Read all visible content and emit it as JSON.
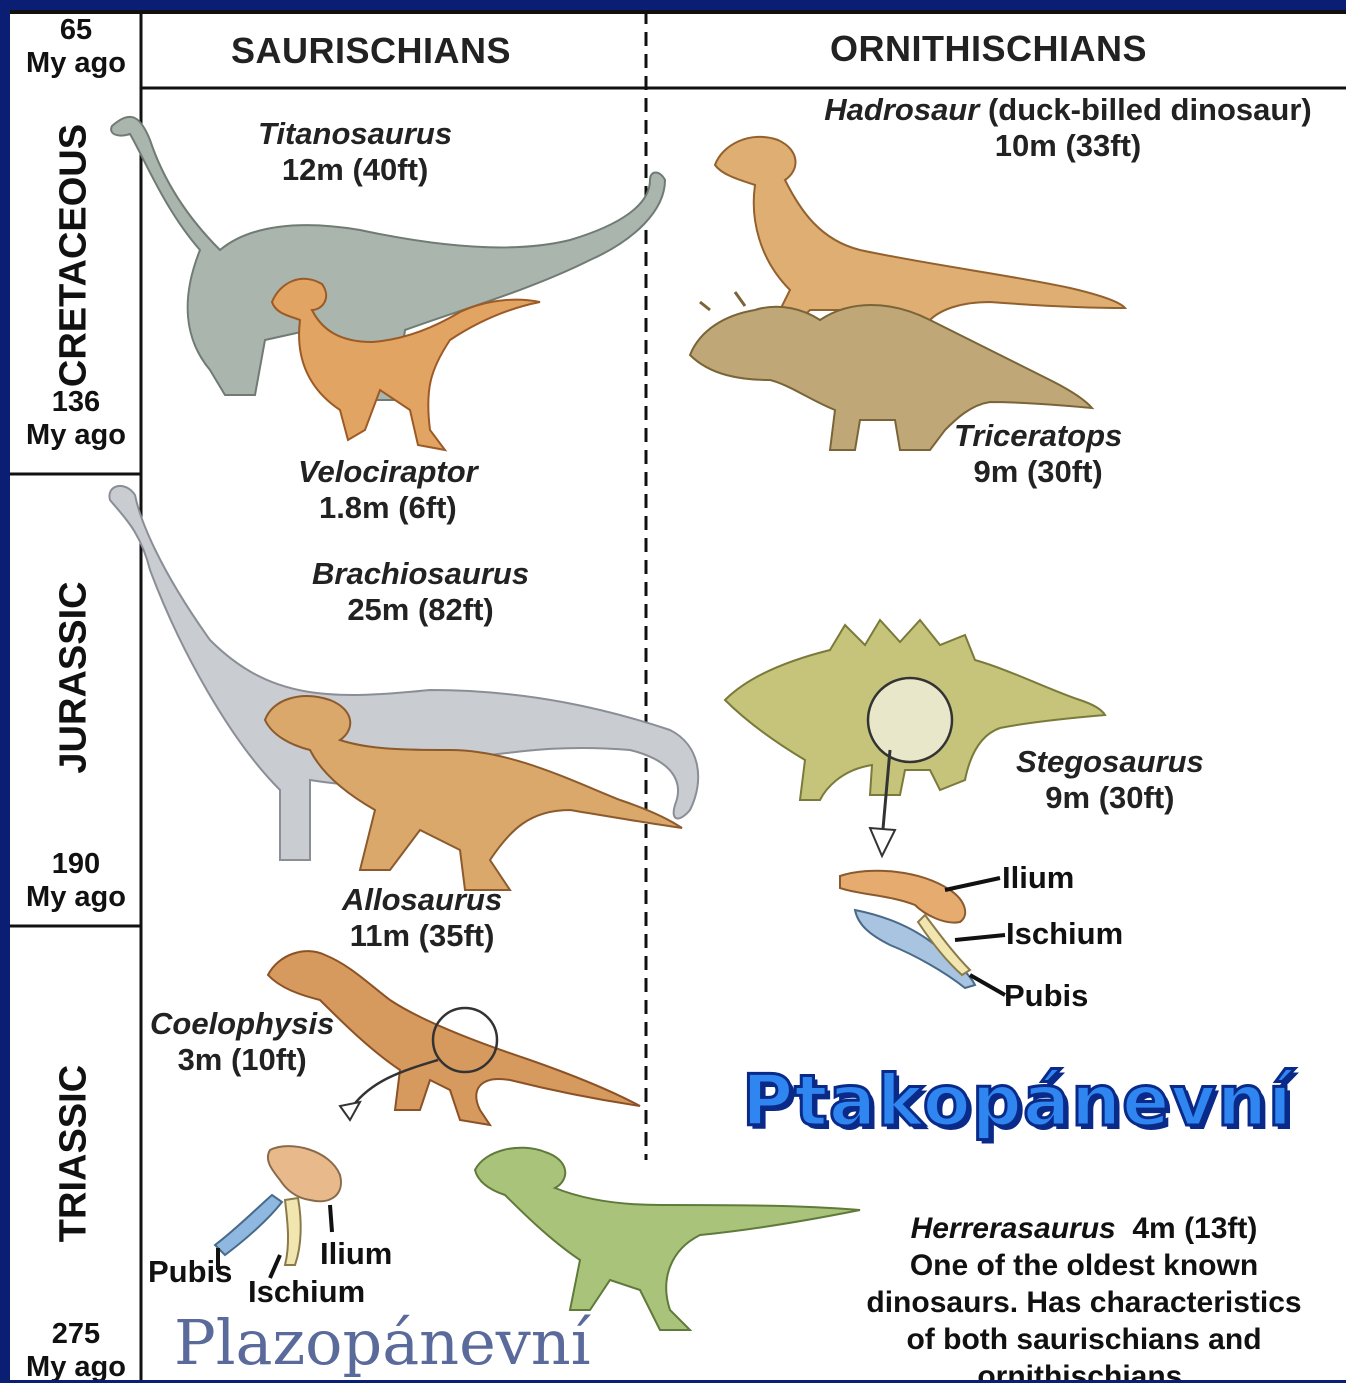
{
  "headers": {
    "left": "SAURISCHIANS",
    "right": "ORNITHISCHIANS"
  },
  "timeline": [
    {
      "value": "65",
      "unit": "My ago"
    },
    {
      "value": "136",
      "unit": "My ago"
    },
    {
      "value": "190",
      "unit": "My ago"
    },
    {
      "value": "275",
      "unit": "My ago"
    }
  ],
  "periods": {
    "cretaceous": "CRETACEOUS",
    "jurassic": "JURASSIC",
    "triassic": "TRIASSIC"
  },
  "dinosaurs": {
    "titanosaurus": {
      "name": "Titanosaurus",
      "size": "12m (40ft)"
    },
    "velociraptor": {
      "name": "Velociraptor",
      "size": "1.8m (6ft)"
    },
    "brachiosaurus": {
      "name": "Brachiosaurus",
      "size": "25m (82ft)"
    },
    "allosaurus": {
      "name": "Allosaurus",
      "size": "11m (35ft)"
    },
    "coelophysis": {
      "name": "Coelophysis",
      "size": "3m (10ft)"
    },
    "hadrosaur": {
      "name": "Hadrosaur",
      "note": "(duck-billed dinosaur)",
      "size": "10m (33ft)"
    },
    "triceratops": {
      "name": "Triceratops",
      "size": "9m (30ft)"
    },
    "stegosaurus": {
      "name": "Stegosaurus",
      "size": "9m (30ft)"
    },
    "herrerasaurus": {
      "name": "Herrerasaurus",
      "size": "4m (13ft)",
      "line1": "One of the oldest known",
      "line2": "dinosaurs. Has characteristics",
      "line3": "of both saurischians and",
      "line4": "ornithischians."
    }
  },
  "bones": {
    "right": {
      "ilium": "Ilium",
      "ischium": "Ischium",
      "pubis": "Pubis"
    },
    "left": {
      "pubis": "Pubis",
      "ischium": "Ischium",
      "ilium": "Ilium"
    }
  },
  "overlay": {
    "ornithischian_cz": "Ptakopánevní",
    "saurischian_cz": "Plazopánevní"
  },
  "colors": {
    "background": "#0a1f73",
    "ptako_fill": "#2f86f0",
    "ptako_outline": "#0a2a8a",
    "plazo": "#5a6a9a"
  }
}
